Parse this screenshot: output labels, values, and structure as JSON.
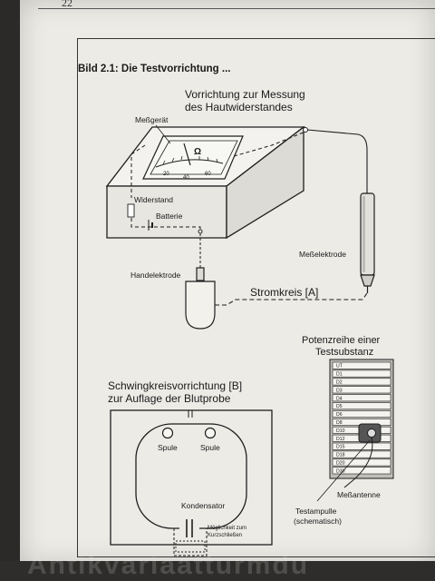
{
  "page_number": "22",
  "figure": {
    "caption": "Bild 2.1: Die Testvorrichtung ...",
    "title_line1": "Vorrichtung zur Messung",
    "title_line2": "des Hautwiderstandes",
    "meter_label": "Meßgerät",
    "resistor_label": "Widerstand",
    "battery_label": "Batterie",
    "hand_electrode_label": "Handelektrode",
    "measuring_electrode_label": "Meßelektrode",
    "circuit_a_label": "Stromkreis [A]",
    "scale_numbers": [
      "20",
      "40",
      "60"
    ],
    "potency_title_line1": "Potenzreihe einer",
    "potency_title_line2": "Testsubstanz",
    "potency_rows": [
      "UT",
      "D1",
      "D2",
      "D3",
      "D4",
      "D5",
      "D6",
      "D8",
      "D10",
      "D12",
      "D15",
      "D18",
      "D20",
      "D30"
    ],
    "antenna_label": "Meßantenne",
    "ampoule_label_line1": "Testampulle",
    "ampoule_label_line2": "(schematisch)",
    "resonant_title_line1": "Schwingkreisvorrichtung [B]",
    "resonant_title_line2": "zur Auflage der Blutprobe",
    "coil_left_label": "Spule",
    "coil_right_label": "Spule",
    "capacitor_label": "Kondensator",
    "short_note_line1": "Möglichkeit zum",
    "short_note_line2": "Kurzschließen"
  },
  "watermark": "Antikvariaatturmdu"
}
